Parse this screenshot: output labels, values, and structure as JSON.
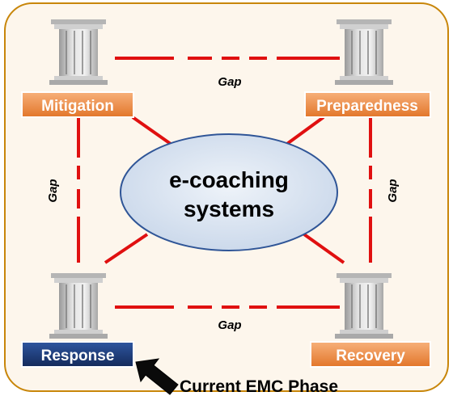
{
  "phases": {
    "mitigation": "Mitigation",
    "preparedness": "Preparedness",
    "response": "Response",
    "recovery": "Recovery"
  },
  "center": {
    "line1": "e-coaching",
    "line2": "systems"
  },
  "gaps": {
    "top": "Gap",
    "bottom": "Gap",
    "left": "Gap",
    "right": "Gap"
  },
  "annotation": "Current EMC Phase",
  "colors": {
    "frame_border": "#c8860a",
    "frame_fill": "#fdf6ec",
    "gap_line": "#e01010",
    "orange_box": "#f08a3a",
    "orange_box_light": "#f7b07a",
    "response_box": "#1f3e7a",
    "ellipse_fill": "#dce6f2",
    "ellipse_stroke": "#2f5597",
    "pillar": "#c9c9c9"
  }
}
